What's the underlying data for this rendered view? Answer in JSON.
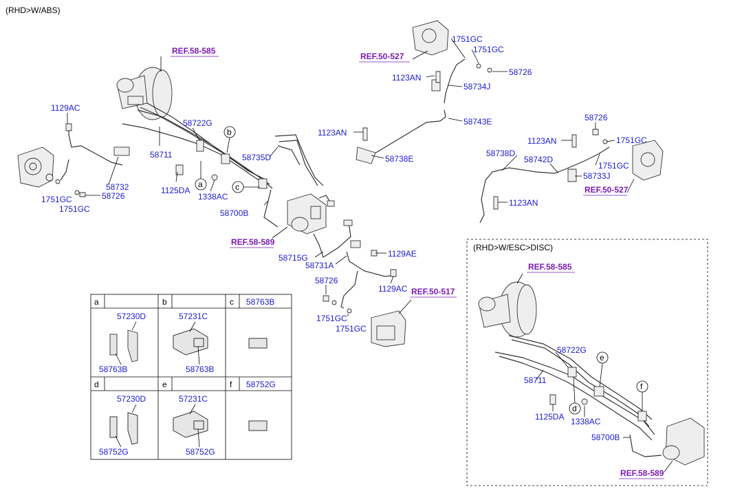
{
  "header": {
    "title": "(RHD>W/ABS)"
  },
  "inset": {
    "title": "(RHD>W/ESC>DISC)"
  },
  "refs": {
    "r1": "REF.58-585",
    "r2": "REF.50-527",
    "r3": "REF.50-527",
    "r4": "REF.58-589",
    "r5": "REF.50-517",
    "r6": "REF.58-585",
    "r7": "REF.58-589"
  },
  "labels": {
    "p1129ac_l": "1129AC",
    "p58711": "58711",
    "p58722g": "58722G",
    "p58732": "58732",
    "p58726_l": "58726",
    "p1751gc_l1": "1751GC",
    "p1751gc_l2": "1751GC",
    "p1125da": "1125DA",
    "p1338ac": "1338AC",
    "p58735d": "58735D",
    "p58700b": "58700B",
    "p58715g": "58715G",
    "p58731a": "58731A",
    "p1129ae": "1129AE",
    "p58726_m": "58726",
    "p1129ac_m": "1129AC",
    "p1751gc_m1": "1751GC",
    "p1751gc_m2": "1751GC",
    "p1751gc_t1": "1751GC",
    "p1751gc_t2": "1751GC",
    "p58726_t": "58726",
    "p1123an_t": "1123AN",
    "p58734j": "58734J",
    "p58743e": "58743E",
    "p1123an_m": "1123AN",
    "p58738e": "58738E",
    "p58726_r": "58726",
    "p1123an_r1": "1123AN",
    "p1751gc_r1": "1751GC",
    "p58738d": "58738D",
    "p58742d": "58742D",
    "p1751gc_r2": "1751GC",
    "p58733j": "58733J",
    "p1123an_r2": "1123AN",
    "i58722g": "58722G",
    "i58711": "58711",
    "i1125da": "1125DA",
    "i1338ac": "1338AC",
    "i58700b": "58700B"
  },
  "callouts": {
    "a": "a",
    "b": "b",
    "c": "c",
    "d": "d",
    "e": "e",
    "f": "f"
  },
  "table": {
    "cells": [
      {
        "key": "a",
        "title": "",
        "top": "57230D",
        "bottom": "58763B"
      },
      {
        "key": "b",
        "title": "",
        "top": "57231C",
        "bottom": "58763B"
      },
      {
        "key": "c",
        "title": "58763B",
        "top": "",
        "bottom": ""
      },
      {
        "key": "d",
        "title": "",
        "top": "57230D",
        "bottom": "58752G"
      },
      {
        "key": "e",
        "title": "",
        "top": "57231C",
        "bottom": "58752G"
      },
      {
        "key": "f",
        "title": "58752G",
        "top": "",
        "bottom": ""
      }
    ]
  },
  "colors": {
    "part_label": "#1a1ad0",
    "reference": "#7a1bb5",
    "line": "#000000"
  }
}
